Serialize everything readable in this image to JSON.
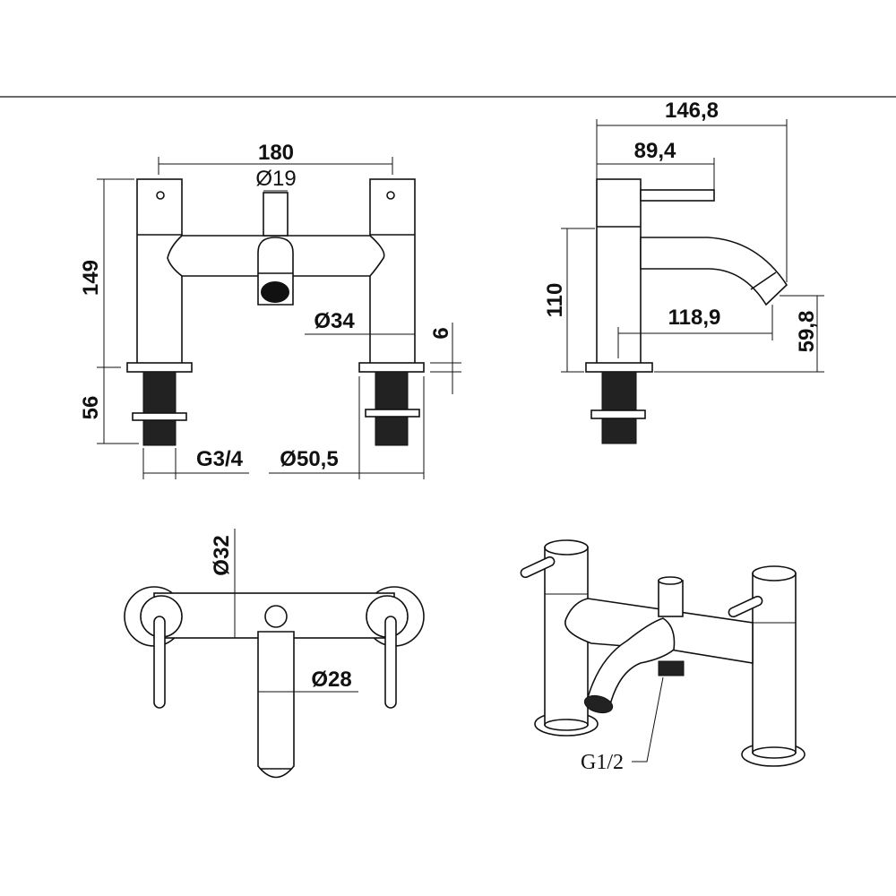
{
  "front_view": {
    "width": "180",
    "spout_dia": "Ø19",
    "height": "149",
    "thread_len": "56",
    "pillar_dia": "Ø34",
    "plate": "6",
    "thread": "G3/4",
    "base_dia": "Ø50,5"
  },
  "side_view": {
    "depth": "146,8",
    "lever": "89,4",
    "height": "110",
    "spout_reach": "118,9",
    "spout_height": "59,8"
  },
  "top_view": {
    "body_dia": "Ø32",
    "spout_dia": "Ø28"
  },
  "iso_view": {
    "outlet": "G1/2"
  }
}
